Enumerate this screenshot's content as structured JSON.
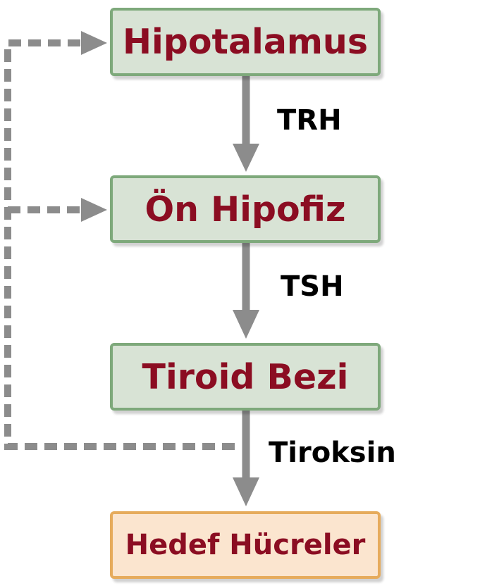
{
  "nodes": {
    "hypothalamus": "Hipotalamus",
    "anterior_pituitary": "Ön Hipofiz",
    "thyroid_gland": "Tiroid Bezi",
    "target_cells": "Hedef Hücreler"
  },
  "hormones": {
    "trh": "TRH",
    "tsh": "TSH",
    "thyroxine": "Tiroksin"
  },
  "colors": {
    "node_fill": "#d8e3d5",
    "node_border": "#7ea97b",
    "target_fill": "#fbe5cf",
    "target_border": "#e6ab5c",
    "node_text": "#8b0d22",
    "arrow": "#8c8c8c",
    "feedback": "#8c8c8c"
  }
}
